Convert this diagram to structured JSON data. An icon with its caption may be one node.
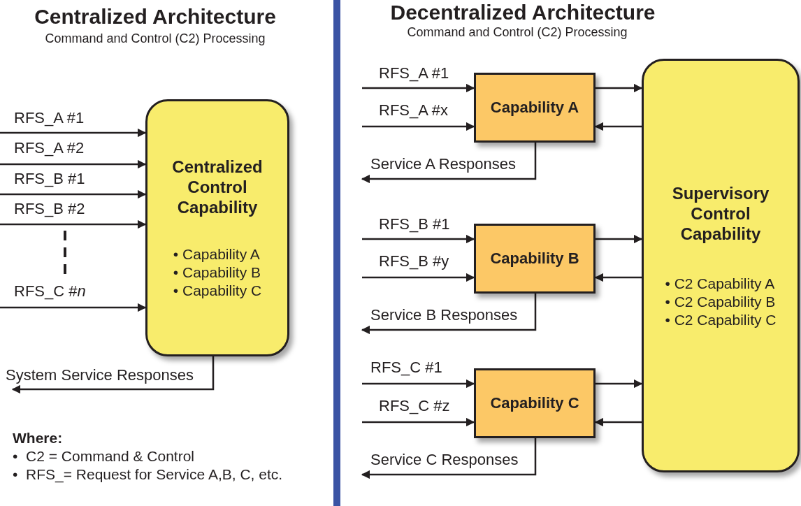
{
  "diagram": {
    "nodes": [
      {
        "text": [
          "Centralized Control Capability",
          "• Capability A",
          "• Capability B",
          "• Capability C"
        ]
      },
      {
        "text": [
          "Capability A"
        ]
      },
      {
        "text": [
          "Capability B"
        ]
      },
      {
        "text": [
          "Capability C"
        ]
      },
      {
        "text": [
          "Supervisory Control Capability",
          "• C2 Capability A",
          "• C2 Capability B",
          "• C2 Capability C"
        ]
      }
    ],
    "edges": [
      {
        "from": null,
        "to": 0,
        "arrow": "to",
        "label": "RFS_A #1"
      },
      {
        "from": null,
        "to": 0,
        "arrow": "to",
        "label": "RFS_A #2"
      },
      {
        "from": null,
        "to": 0,
        "arrow": "to",
        "label": "RFS_B #1"
      },
      {
        "from": null,
        "to": 0,
        "arrow": "to",
        "label": "RFS_B #2"
      },
      {
        "from": null,
        "to": 0,
        "arrow": "to",
        "label": "RFS_C #*n*"
      },
      {
        "from": 0,
        "to": null,
        "arrow": "to",
        "label": "System Service Responses"
      },
      {
        "from": null,
        "to": 1,
        "arrow": "to",
        "label": "RFS_A #1"
      },
      {
        "from": null,
        "to": 1,
        "arrow": "to",
        "label": "RFS_A #x"
      },
      {
        "from": 1,
        "to": null,
        "arrow": "to",
        "label": "Service A Responses"
      },
      {
        "from": 1,
        "to": 4,
        "arrow": "to"
      },
      {
        "from": 4,
        "to": 1,
        "arrow": "to"
      },
      {
        "from": null,
        "to": 2,
        "arrow": "to",
        "label": "RFS_B #1"
      },
      {
        "from": null,
        "to": 2,
        "arrow": "to",
        "label": "RFS_B #y"
      },
      {
        "from": 2,
        "to": null,
        "arrow": "to",
        "label": "Service B Responses"
      },
      {
        "from": 2,
        "to": 4,
        "arrow": "to"
      },
      {
        "from": 4,
        "to": 2,
        "arrow": "to"
      },
      {
        "from": null,
        "to": 3,
        "arrow": "to",
        "label": "RFS_C #1"
      },
      {
        "from": null,
        "to": 3,
        "arrow": "to",
        "label": "RFS_C #z"
      },
      {
        "from": 3,
        "to": null,
        "arrow": "to",
        "label": "Service C Responses"
      },
      {
        "from": 3,
        "to": 4,
        "arrow": "to"
      },
      {
        "from": 4,
        "to": 3,
        "arrow": "to"
      }
    ],
    "labels": [
      "Centralized Architecture",
      "Command and Control (C2) Processing",
      "Decentralized Architecture",
      "Command and Control (C2) Processing",
      "Where:",
      "•  C2 = Command & Control",
      "•  RFS_= Request for Service A,B, C, etc."
    ]
  }
}
